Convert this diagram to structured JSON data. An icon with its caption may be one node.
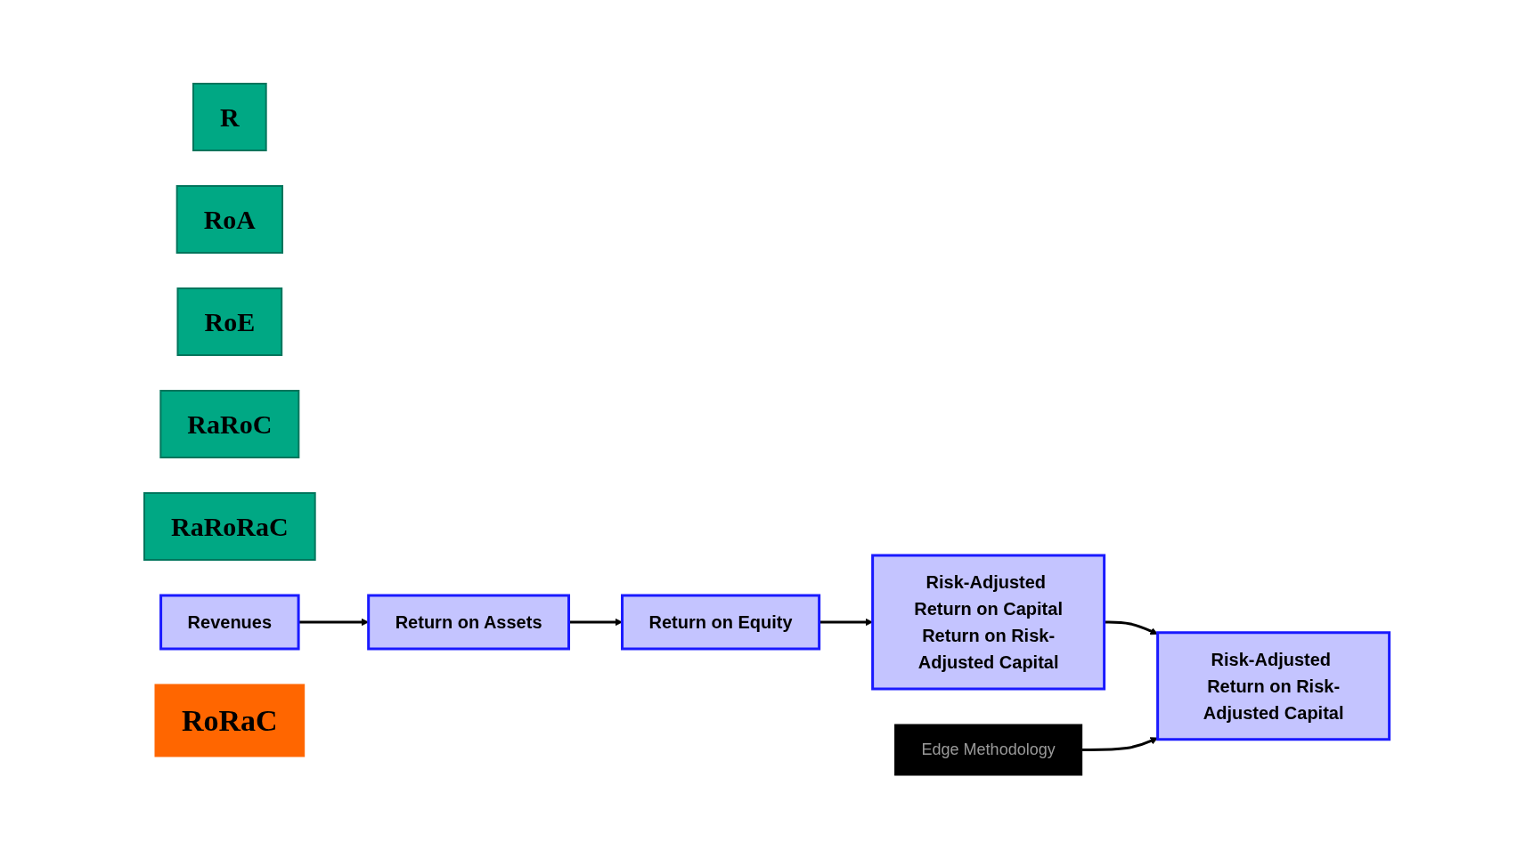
{
  "diagram": {
    "nodes": [
      {
        "text": [
          "R"
        ]
      },
      {
        "text": [
          "RoA"
        ]
      },
      {
        "text": [
          "RoE"
        ]
      },
      {
        "text": [
          "RaRoC"
        ]
      },
      {
        "text": [
          "RaRoRaC"
        ]
      },
      {
        "text": [
          "Revenues"
        ]
      },
      {
        "text": [
          "Return on Assets"
        ]
      },
      {
        "text": [
          "Return on Equity"
        ]
      },
      {
        "text": [
          "Risk-Adjusted Return on Capital",
          "Return on Risk-Adjusted Capital"
        ]
      },
      {
        "text": [
          "Risk-Adjusted Return on Risk-Adjusted Capital"
        ]
      },
      {
        "text": [
          "RoRaC"
        ]
      },
      {
        "text": [
          "Edge Methodology"
        ]
      }
    ],
    "edges": [
      {
        "from": 5,
        "to": 6,
        "arrow": "to"
      },
      {
        "from": 6,
        "to": 7,
        "arrow": "to"
      },
      {
        "from": 7,
        "to": 8,
        "arrow": "to"
      },
      {
        "from": 8,
        "to": 9,
        "arrow": "to"
      },
      {
        "from": 11,
        "to": 9,
        "arrow": "to"
      }
    ]
  }
}
